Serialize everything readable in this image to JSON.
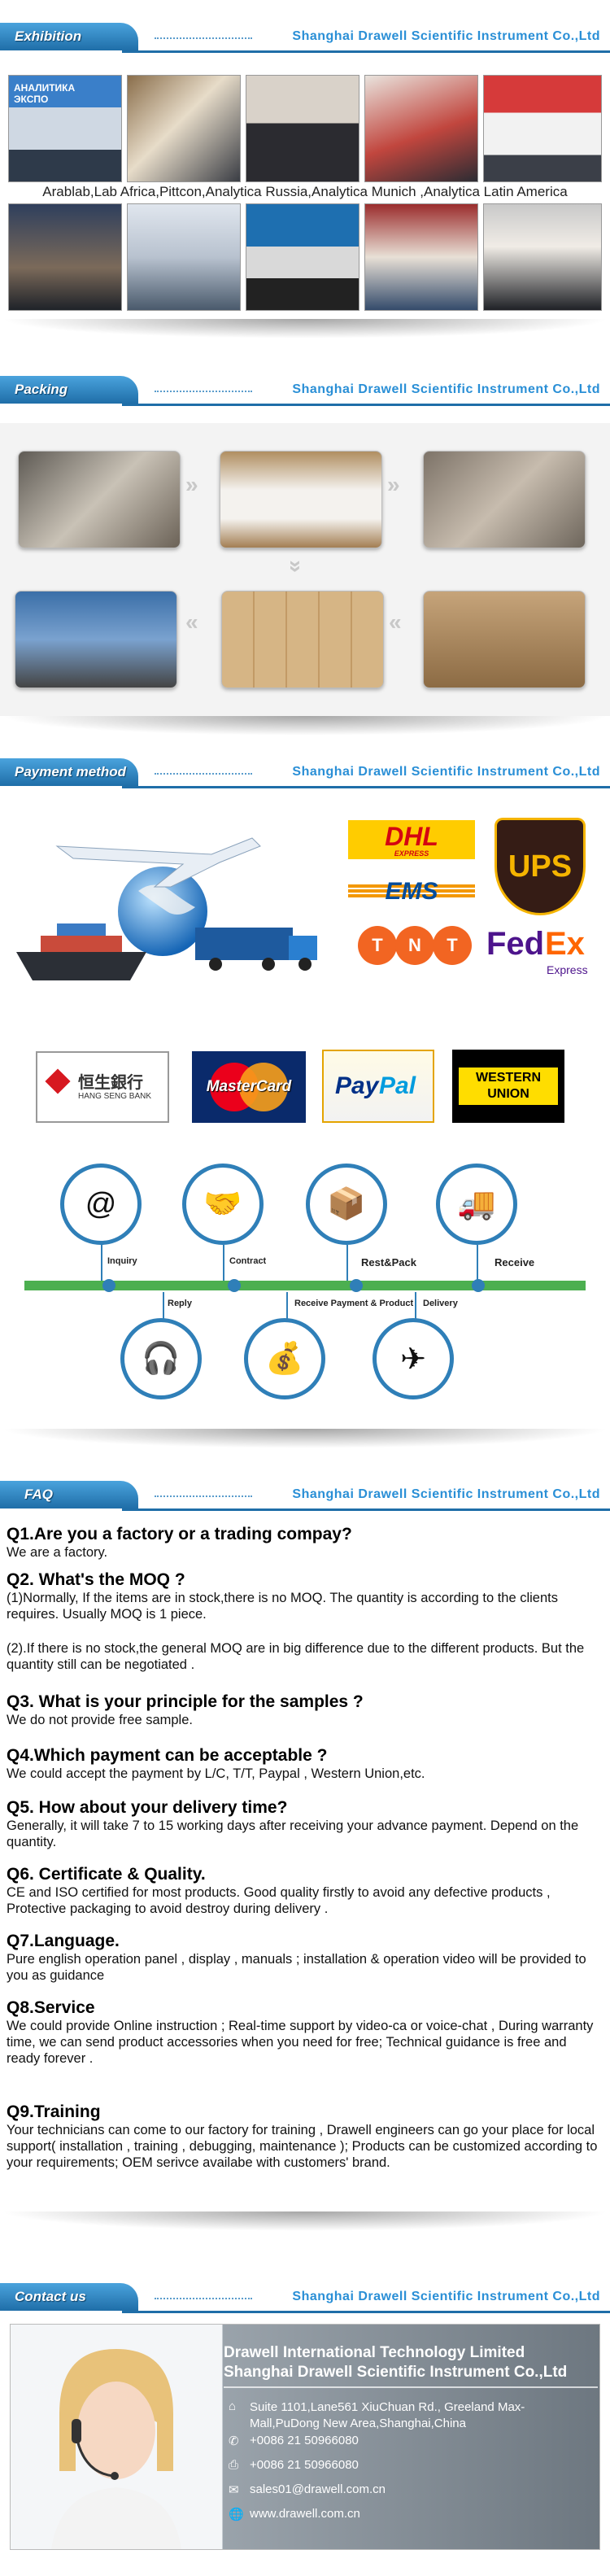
{
  "company": "Shanghai Drawell Scientific Instrument Co.,Ltd",
  "sections": {
    "exhibition": "Exhibition",
    "packing": "Packing",
    "payment": "Payment method",
    "faq": "FAQ",
    "contact": "Contact us"
  },
  "exhibition_caption": "Arablab,Lab Africa,Pittcon,Analytica Russia,Analytica Munich ,Analytica Latin America",
  "exhibition_banner": "АНАЛИТИКА ЭКСПО",
  "shipping_logos": {
    "dhl": "DHL",
    "dhl_sub": "EXPRESS",
    "ups": "UPS",
    "ems": "EMS",
    "tnt": "TNT",
    "fedex_fed": "Fed",
    "fedex_ex": "Ex",
    "fedex_sub": "Express"
  },
  "payment_logos": {
    "hangseng_cn": "恒生銀行",
    "hangseng_en": "HANG SENG BANK",
    "mastercard": "MasterCard",
    "paypal_pay": "Pay",
    "paypal_pal": "Pal",
    "western": "WESTERN",
    "union": "UNION"
  },
  "flow": {
    "inquiry": "Inquiry",
    "contract": "Contract",
    "rest_pack": "Rest&Pack",
    "receive": "Receive",
    "reply": "Reply",
    "receive_payment": "Receive Payment & Product",
    "delivery": "Delivery"
  },
  "faq": [
    {
      "q": "Q1.Are you a factory or a trading compay?",
      "a": [
        "We are a factory."
      ]
    },
    {
      "q": "Q2.  What's the MOQ ?",
      "a": [
        "(1)Normally, If the items are in stock,there is no MOQ. The quantity is according to the clients requires.   Usually MOQ is 1 piece.",
        "(2).If there is no stock,the general MOQ are in big difference due to the different products. But the quantity still can be negotiated ."
      ]
    },
    {
      "q": "Q3. What is your principle for the samples ?",
      "a": [
        "We do not provide free sample."
      ]
    },
    {
      "q": "Q4.Which payment can be acceptable ?",
      "a": [
        "We could accept the payment by L/C, T/T, Paypal , Western Union,etc."
      ]
    },
    {
      "q": "Q5. How about your delivery time?",
      "a": [
        "Generally, it will take 7 to 15 working days after receiving your advance payment. Depend on the quantity."
      ]
    },
    {
      "q": "Q6. Certificate & Quality.",
      "a": [
        "CE and ISO certified for most products.     Good quality firstly to avoid any defective products , Protective packaging to avoid destroy during delivery ."
      ]
    },
    {
      "q": "Q7.Language.",
      "a": [
        "Pure english operation panel , display , manuals ; installation & operation video will be provided to you as guidance"
      ]
    },
    {
      "q": "Q8.Service",
      "a": [
        "We could provide Online instruction ; Real-time support by video-ca or voice-chat , During warranty time, we can send product accessories when you need for free; Technical guidance is free and ready forever ."
      ]
    },
    {
      "q": "Q9.Training",
      "a": [
        "Your technicians can come to our factory for training , Drawell engineers can go your place for local support( installation , training , debugging, maintenance ); Products can be customized according to your requirements; OEM serivce availabe with customers' brand."
      ]
    }
  ],
  "contact": {
    "line1": "Drawell International Technology Limited",
    "line2": "Shanghai Drawell Scientific Instrument Co.,Ltd",
    "address": "Suite 1101,Lane561 XiuChuan Rd., Greeland Max-Mall,PuDong New Area,Shanghai,China",
    "phone": "+0086 21 50966080",
    "fax": "+0086 21 50966080",
    "email": "sales01@drawell.com.cn",
    "web": "www.drawell.com.cn"
  }
}
